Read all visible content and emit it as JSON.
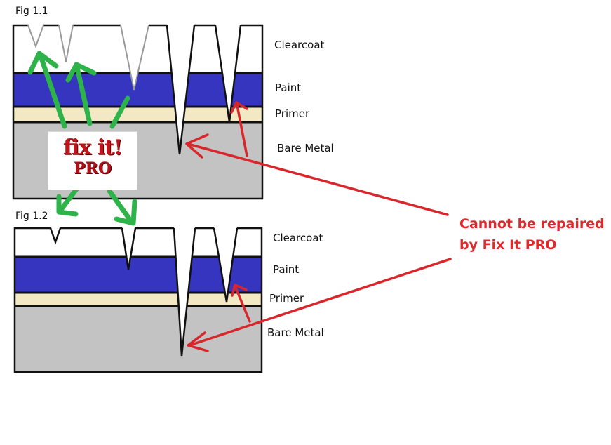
{
  "figures": [
    {
      "caption": "Fig 1.1",
      "layers": [
        "Clearcoat",
        "Paint",
        "Primer",
        "Bare Metal"
      ]
    },
    {
      "caption": "Fig 1.2",
      "layers": [
        "Clearcoat",
        "Paint",
        "Primer",
        "Bare Metal"
      ]
    }
  ],
  "logo": {
    "main": "fix it!",
    "sub": "PRO"
  },
  "callout": "Cannot be repaired by Fix It PRO",
  "colors": {
    "clearcoat": "#ffffff",
    "paint": "#3535c0",
    "primer": "#f2e8c4",
    "metal": "#c3c3c3",
    "outline": "#111111",
    "repair_arrow": "#2db34a",
    "callout_arrow": "#d9262b",
    "callout_text": "#e0282c",
    "repaired_scratch": "#999999"
  }
}
